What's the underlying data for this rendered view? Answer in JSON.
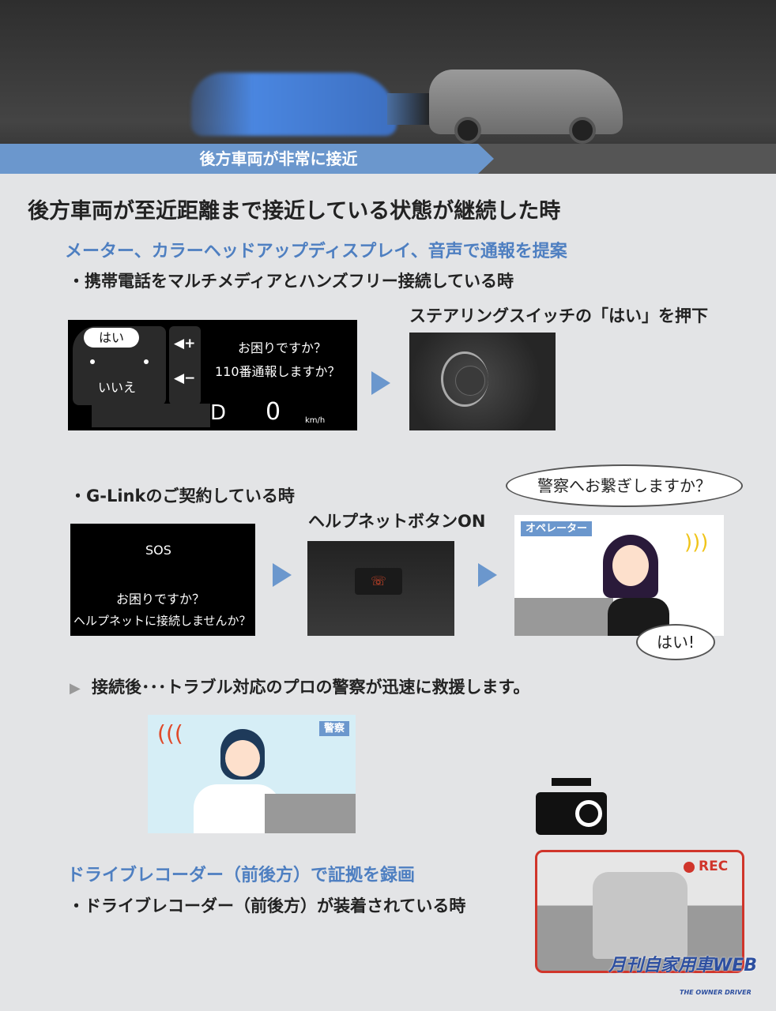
{
  "banner": {
    "text": "後方車両が非常に接近"
  },
  "heading": "後方車両が至近距離まで接近している状態が継続した時",
  "section1": {
    "title": "メーター、カラーヘッドアップディスプレイ、音声で通報を提案",
    "bullet": "・携帯電話をマルチメディアとハンズフリー接続している時",
    "meter": {
      "yes": "はい",
      "no": "いいえ",
      "vol_up": "◀+",
      "vol_down": "◀−",
      "line1": "お困りですか？",
      "line2": "110番通報しますか？",
      "gear": "D",
      "speed": "0",
      "unit": "km/h"
    },
    "steering_label": "ステアリングスイッチの「はい」を押下"
  },
  "section2": {
    "bullet": "・G-Linkのご契約している時",
    "sos": {
      "icon_text": "SOS",
      "line1": "お困りですか？",
      "line2": "ヘルプネットに接続しませんか？"
    },
    "button_label": "ヘルプネットボタンON",
    "bubble_question": "警察へお繋ぎしますか？",
    "operator_label": "オペレーター",
    "bubble_answer": "はい!"
  },
  "after": {
    "marker": "▶",
    "text": "接続後･･･トラブル対応のプロの警察が迅速に救援します。",
    "police_label": "警察"
  },
  "section3": {
    "title": "ドライブレコーダー（前後方）で証拠を録画",
    "bullet": "・ドライブレコーダー（前後方）が装着されている時",
    "rec": "REC"
  },
  "watermark": {
    "main": "月刊自家用車WEB",
    "sub": "THE OWNER DRIVER"
  },
  "colors": {
    "accent": "#6b97cd",
    "blue_text": "#4e7fc1",
    "rec_red": "#d0352b"
  }
}
